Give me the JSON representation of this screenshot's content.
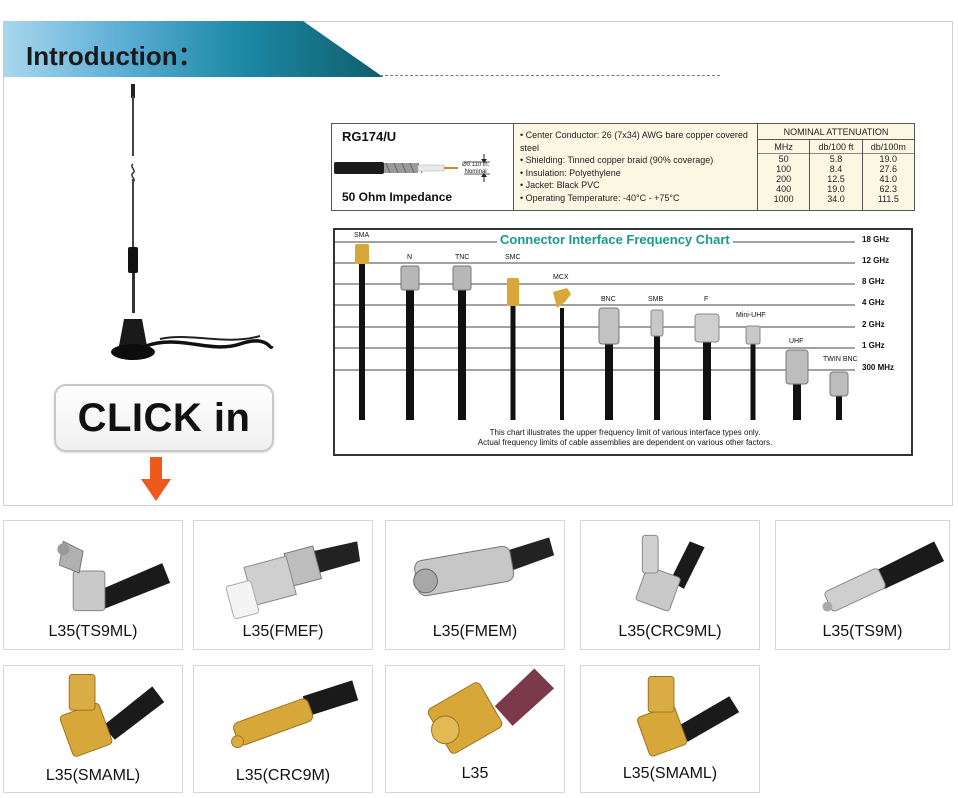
{
  "header": {
    "title": "Introduction："
  },
  "click_button": {
    "label": "CLICK in"
  },
  "spec": {
    "model": "RG174/U",
    "impedance": "50 Ohm Impedance",
    "dimension_line1": "Ø0.110 in.",
    "dimension_line2": "Nominal",
    "features": [
      "Center Conductor: 26 (7x34) AWG bare copper covered steel",
      "Shielding: Tinned copper braid (90% coverage)",
      "Insulation: Polyethylene",
      "Jacket: Black PVC",
      "Operating Temperature: -40°C - +75°C"
    ],
    "attenuation": {
      "title": "NOMINAL ATTENUATION",
      "headers": [
        "MHz",
        "db/100 ft",
        "db/100m"
      ],
      "rows": [
        [
          "50",
          "5.8",
          "19.0"
        ],
        [
          "100",
          "8.4",
          "27.6"
        ],
        [
          "200",
          "12.5",
          "41.0"
        ],
        [
          "400",
          "19.0",
          "62.3"
        ],
        [
          "1000",
          "34.0",
          "111.5"
        ]
      ]
    }
  },
  "freq_chart": {
    "title": "Connector Interface Frequency Chart",
    "ticks": [
      "18 GHz",
      "12 GHz",
      "8 GHz",
      "4 GHz",
      "2 GHz",
      "1 GHz",
      "300 MHz"
    ],
    "connectors": [
      "SMA",
      "N",
      "TNC",
      "SMC",
      "MCX",
      "BNC",
      "SMB",
      "F",
      "Mini-UHF",
      "UHF",
      "TWIN BNC"
    ],
    "note_line1": "This chart illustrates the upper frequency limit of various interface types only.",
    "note_line2": "Actual frequency limits of cable assemblies are dependent on various other factors."
  },
  "products_row1": [
    {
      "label": "L35(TS9ML)"
    },
    {
      "label": "L35(FMEF)"
    },
    {
      "label": "L35(FMEM)"
    },
    {
      "label": "L35(CRC9ML)"
    },
    {
      "label": "L35(TS9M)"
    }
  ],
  "products_row2": [
    {
      "label": "L35(SMAML)"
    },
    {
      "label": "L35(CRC9M)"
    },
    {
      "label": "L35"
    },
    {
      "label": "L35(SMAML)"
    }
  ],
  "colors": {
    "accent_teal": "#1d8aa8",
    "arrow": "#ec5a1c",
    "chart_title": "#1a9a8a",
    "gold": "#d7a73a"
  }
}
